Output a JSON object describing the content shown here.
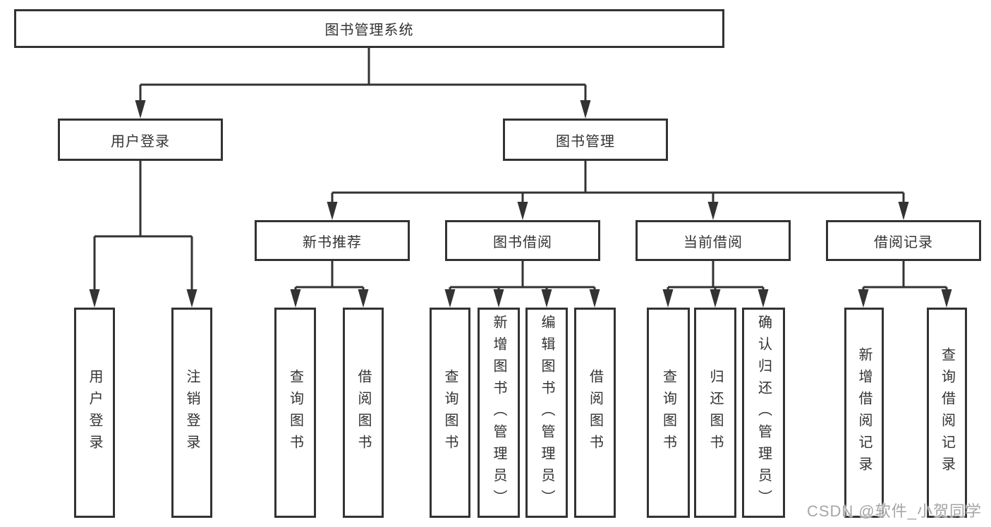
{
  "watermark": {
    "text": "CSDN @软件_小贺同学"
  },
  "colors": {
    "line": "#333333",
    "text": "#333333",
    "background": "#ffffff",
    "watermark": "#a6a6a6"
  },
  "tree": {
    "label": "图书管理系统",
    "children": [
      {
        "label": "用户登录",
        "children": [
          {
            "label": "用户登录"
          },
          {
            "label": "注销登录"
          }
        ]
      },
      {
        "label": "图书管理",
        "children": [
          {
            "label": "新书推荐",
            "children": [
              {
                "label": "查询图书"
              },
              {
                "label": "借阅图书"
              }
            ]
          },
          {
            "label": "图书借阅",
            "children": [
              {
                "label": "查询图书"
              },
              {
                "label": "新增图书（管理员）"
              },
              {
                "label": "编辑图书（管理员）"
              },
              {
                "label": "借阅图书"
              }
            ]
          },
          {
            "label": "当前借阅",
            "children": [
              {
                "label": "查询图书"
              },
              {
                "label": "归还图书"
              },
              {
                "label": "确认归还（管理员）"
              }
            ]
          },
          {
            "label": "借阅记录",
            "children": [
              {
                "label": "新增借阅记录"
              },
              {
                "label": "查询借阅记录"
              }
            ]
          }
        ]
      }
    ]
  }
}
